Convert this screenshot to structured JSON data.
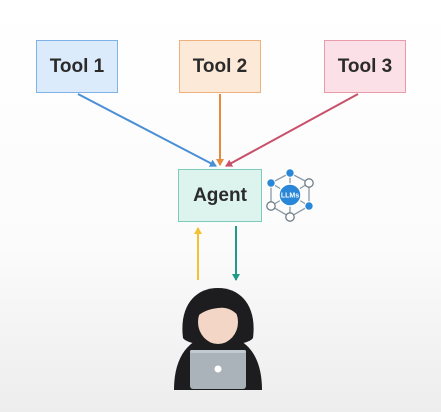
{
  "tools": [
    {
      "label": "Tool 1"
    },
    {
      "label": "Tool 2"
    },
    {
      "label": "Tool 3"
    }
  ],
  "agent": {
    "label": "Agent"
  },
  "llm_badge": {
    "label": "LLMs",
    "icon": "llm-network-icon"
  },
  "user": {
    "icon": "hooded-user-with-laptop-icon"
  },
  "colors": {
    "tool1_arrow": "#4a8fd6",
    "tool2_arrow": "#e58a3e",
    "tool3_arrow": "#c9506a",
    "user_to_agent": "#f2c230",
    "agent_to_user": "#1e9c86"
  }
}
